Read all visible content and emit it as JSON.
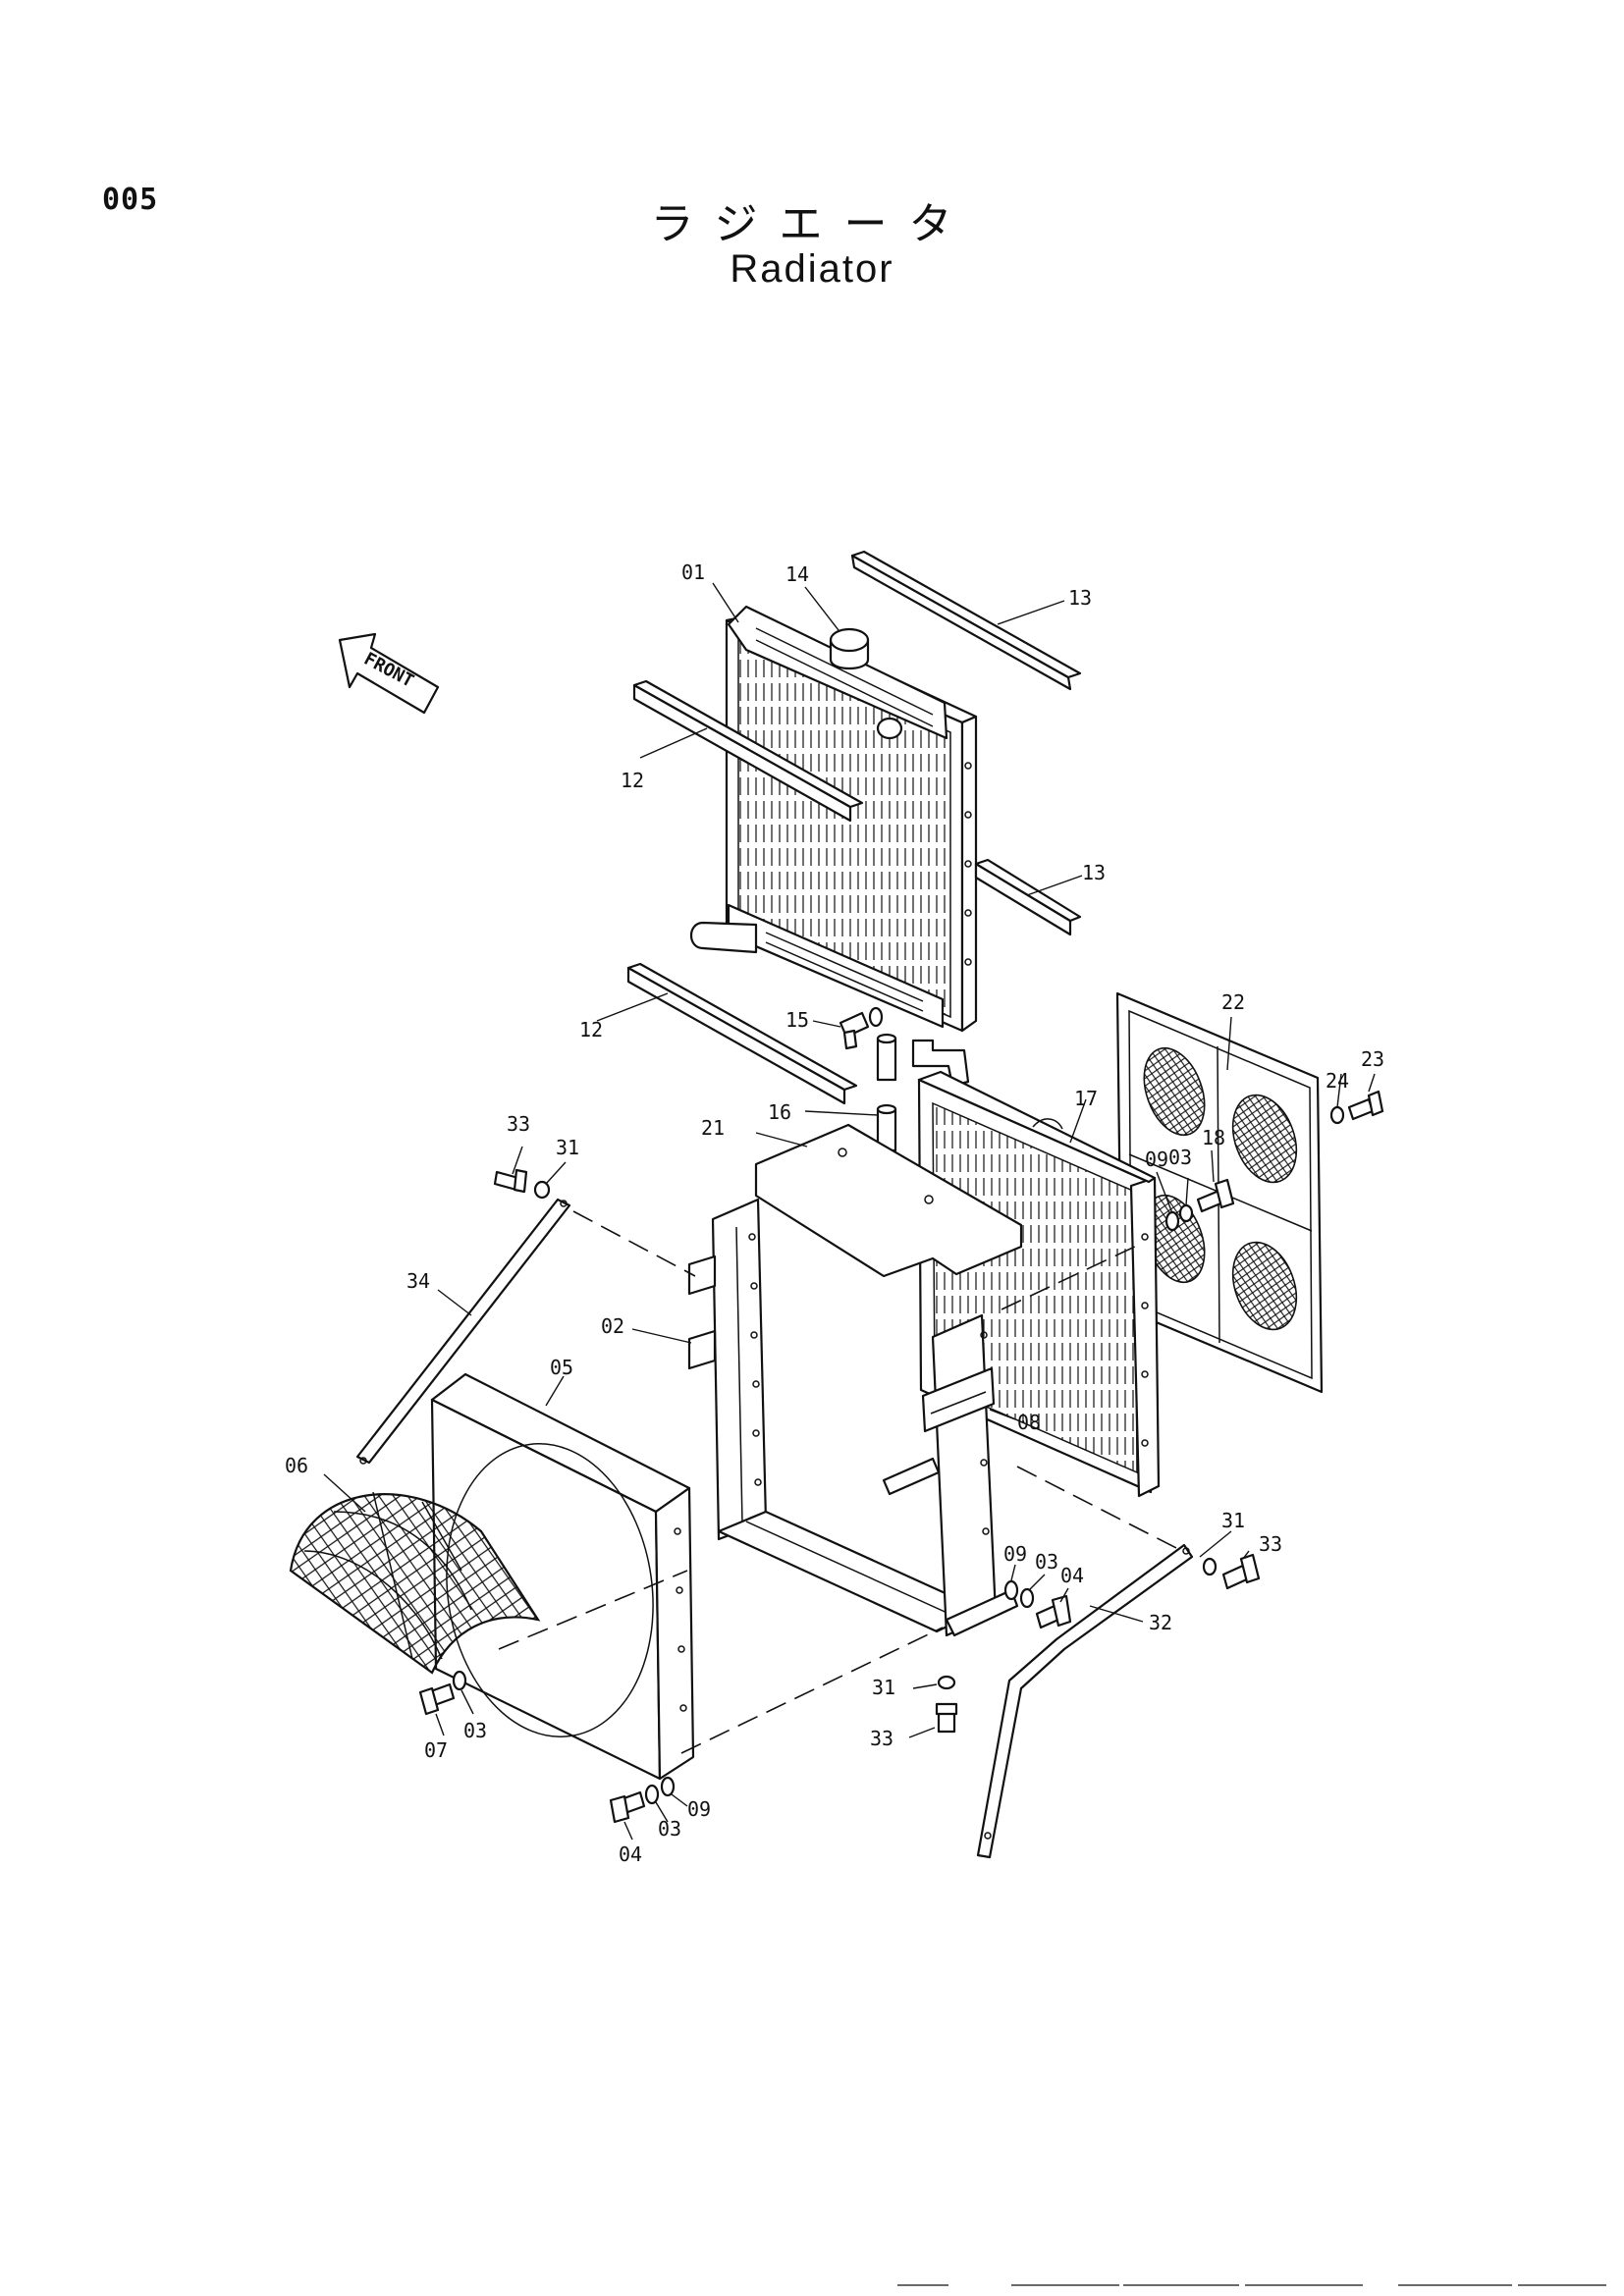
{
  "page_number": "005",
  "title_ja": "ラジエータ",
  "title_en": "Radiator",
  "front_arrow_label": "FRONT",
  "callouts": {
    "c01": "01",
    "c14": "14",
    "c13a": "13",
    "c12a": "12",
    "c13b": "13",
    "c12b": "12",
    "c15": "15",
    "c22": "22",
    "c23": "23",
    "c24": "24",
    "c16": "16",
    "c17": "17",
    "c21": "21",
    "c33a": "33",
    "c31a": "31",
    "c09a": "09",
    "c03a": "03",
    "c18": "18",
    "c34": "34",
    "c02": "02",
    "c05": "05",
    "c08": "08",
    "c06": "06",
    "c31b": "31",
    "c33b": "33",
    "c09b": "09",
    "c03b": "03",
    "c04a": "04",
    "c32": "32",
    "c31c": "31",
    "c33c": "33",
    "c07": "07",
    "c03c": "03",
    "c09c": "09",
    "c04b": "04",
    "c03d": "03"
  }
}
